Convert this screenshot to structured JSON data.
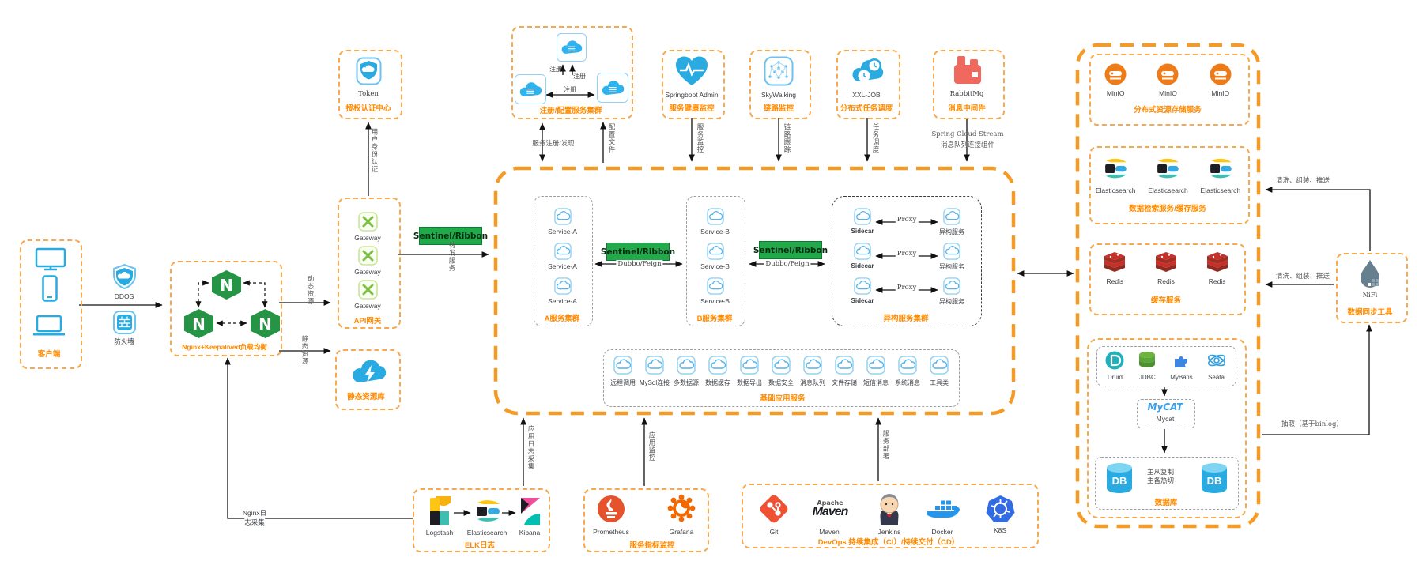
{
  "client": {
    "label": "客户端"
  },
  "ddos": {
    "label": "DDOS"
  },
  "firewall": {
    "label": "防火墙"
  },
  "nginx": {
    "label": "Nginx+Keepalived负载均衡"
  },
  "token": {
    "name": "Token",
    "label": "授权认证中心"
  },
  "gateway": {
    "items": [
      "Gateway",
      "Gateway",
      "Gateway"
    ],
    "label": "API网关"
  },
  "static_server": {
    "label": "静态资源库"
  },
  "registry": {
    "label": "注册/配置服务集群",
    "reg_a": "注册",
    "reg_b": "注册",
    "reg_c": "注册"
  },
  "springboot_admin": {
    "name": "Springboot Admin",
    "label": "服务健康监控"
  },
  "skywalking": {
    "name": "SkyWalking",
    "label": "链路监控"
  },
  "xxl_job": {
    "name": "XXL-JOB",
    "label": "分布式任务调度"
  },
  "rabbitmq": {
    "name": "RabbitMq",
    "label": "消息中间件"
  },
  "sentinel": {
    "s1": "Sentinel/Ribbon",
    "s2": "Sentinel/Ribbon",
    "s3": "Sentinel/Ribbon"
  },
  "cluster_a": {
    "items": [
      "Service-A",
      "Service-A",
      "Service-A"
    ],
    "label": "A服务集群"
  },
  "cluster_b": {
    "items": [
      "Service-B",
      "Service-B",
      "Service-B"
    ],
    "label": "B服务集群"
  },
  "hetero": {
    "sidecars": [
      "Sidecar",
      "Sidecar",
      "Sidecar"
    ],
    "services": [
      "异构服务",
      "异构服务",
      "异构服务"
    ],
    "proxy1": "Proxy",
    "proxy2": "Proxy",
    "proxy3": "Proxy",
    "label": "异构服务集群"
  },
  "base": {
    "items": [
      "远程调用",
      "MySql连接",
      "多数据源",
      "数据缓存",
      "数据导出",
      "数据安全",
      "消息队列",
      "文件存储",
      "短信消息",
      "系统消息",
      "工具类"
    ],
    "label": "基础应用服务"
  },
  "elk": {
    "items": [
      "Logstash",
      "Elasticsearch",
      "Kibana"
    ],
    "label": "ELK日志"
  },
  "metrics": {
    "prometheus": "Prometheus",
    "grafana": "Grafana",
    "label": "服务指标监控"
  },
  "devops": {
    "git": "Git",
    "maven_apache": "Apache",
    "maven_logo": "Maven",
    "maven": "Maven",
    "jenkins": "Jenkins",
    "docker": "Docker",
    "k8s": "K8S",
    "label": "DevOps 持续集成（CI）/持续交付（CD）"
  },
  "minio": {
    "items": [
      "MinIO",
      "MinIO",
      "MinIO"
    ],
    "label": "分布式资源存储服务"
  },
  "search": {
    "items": [
      "Elasticsearch",
      "Elasticsearch",
      "Elasticsearch"
    ],
    "label": "数据检索服务/缓存服务"
  },
  "redis": {
    "items": [
      "Redis",
      "Redis",
      "Redis"
    ],
    "label": "缓存服务"
  },
  "orm": {
    "items": [
      "Druid",
      "JDBC",
      "MyBatis",
      "Seata"
    ]
  },
  "mycat": {
    "logo": "MyCAT",
    "label": "Mycat"
  },
  "db": {
    "left": "DB",
    "right": "DB",
    "note1": "主从复制",
    "note2": "主备热切",
    "label": "数据库"
  },
  "nifi": {
    "name": "NiFi",
    "label": "数据同步工具"
  },
  "edges": {
    "dynamic": "动态资源",
    "static": "静态资源",
    "auth": "用户身份认证",
    "forward": "转发服务",
    "reg_discovery": "服务注册/发现",
    "config": "配置文件",
    "svc_monitor": "服务监控",
    "trace": "链路跟踪",
    "task": "任务调度",
    "stream1": "Spring Cloud Stream",
    "stream2": "消息队列连接组件",
    "log_collect": "应用日志采集",
    "app_monitor": "应用监控",
    "deploy": "服务部署",
    "nginx_log1": "Nginx日",
    "nginx_log2": "志采集",
    "clean1": "清洗、组装、推送",
    "clean2": "清洗、组装、推送",
    "extract": "抽取（基于binlog）",
    "dubbo1": "Dubbo/Feign",
    "dubbo2": "Dubbo/Feign"
  }
}
